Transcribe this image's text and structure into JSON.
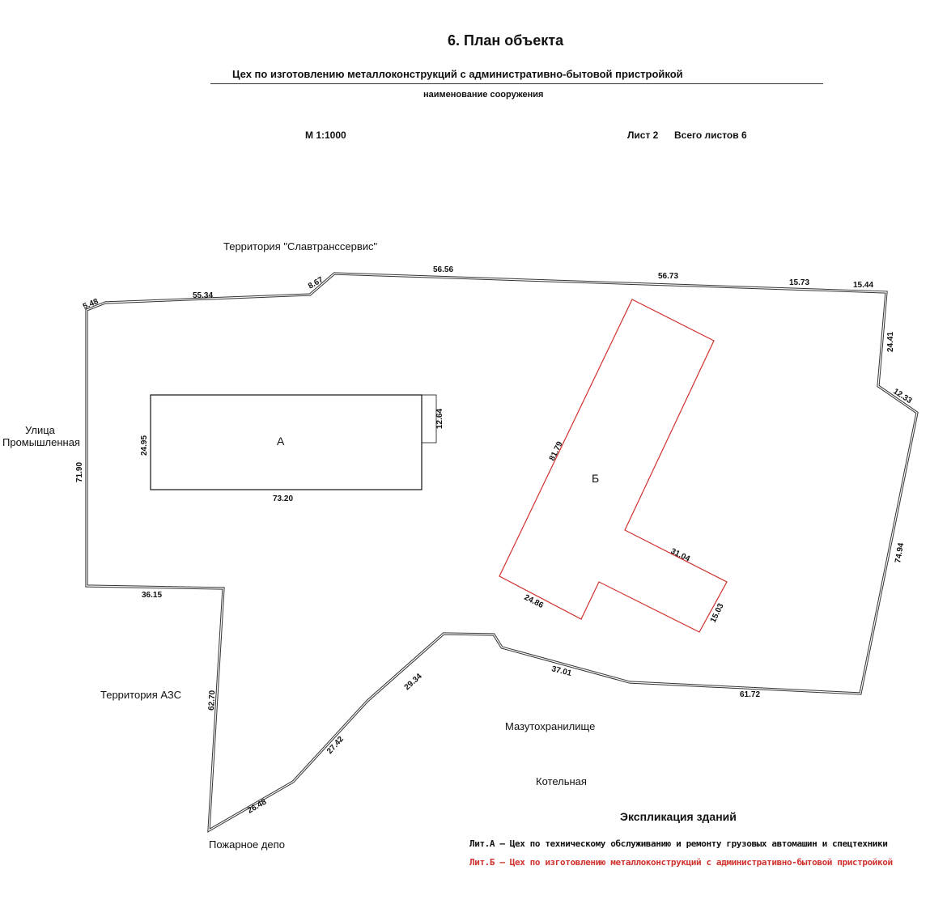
{
  "header": {
    "title": "6. План объекта",
    "object_name": "Цех по изготовлению металлоконструкций  с административно-бытовой пристройкой",
    "object_caption": "наименование сооружения",
    "scale": "М 1:1000",
    "sheet": "Лист 2",
    "total_sheets": "Всего листов 6"
  },
  "plot": {
    "neighbors": {
      "north": "Территория \"Славтранссервис\"",
      "street_line1": "Улица",
      "street_line2": "Промышленная",
      "gas_station": "Территория АЗС",
      "fire_depot": "Пожарное депо",
      "fuel_storage": "Мазутохранилище",
      "boiler_house": "Котельная"
    },
    "boundary_dims": [
      "5.48",
      "55.34",
      "8.67",
      "56.56",
      "56.73",
      "15.73",
      "15.44",
      "24.41",
      "12.33",
      "74.94",
      "61.72",
      "37.01",
      "29.34",
      "27.42",
      "26.48",
      "62.70",
      "36.15",
      "71.90"
    ],
    "building_a": {
      "label": "А",
      "width": "73.20",
      "height": "24.95",
      "annex": "12.64"
    },
    "building_b": {
      "label": "Б",
      "dims": [
        "81.79",
        "31.04",
        "15.03",
        "24.86"
      ]
    }
  },
  "legend": {
    "title": "Экспликация зданий",
    "items": [
      {
        "text": "Лит.А – Цех по техническому обслуживанию и ремонту грузовых автомашин и спецтехники",
        "color": "#111111"
      },
      {
        "text": "Лит.Б – Цех по изготовлению металлоконструкций с административно-бытовой пристройкой",
        "color": "#d0312d"
      }
    ]
  },
  "colors": {
    "boundary": "#333333",
    "building_b": "#d0312d",
    "text": "#111111"
  }
}
